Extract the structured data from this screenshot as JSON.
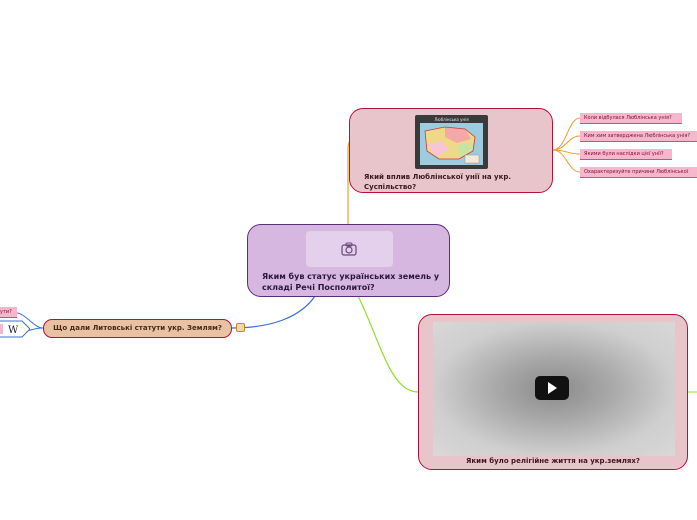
{
  "central": {
    "title": "Яким був статус українських земель у складі Речі Посполитої?",
    "image_icon": "camera-icon"
  },
  "branches": {
    "lublin": {
      "title": "Який вплив Люблінської унії на укр. Суспільство?",
      "map_title": "Люблінська унія",
      "questions": [
        "Коли відбулася Люблінська унія?",
        "Ким хим затверджена Люблінська унія?",
        "Якими були наслідки цієї унії?",
        "Охарактеризуйте причини Люблінської"
      ]
    },
    "lytovski": {
      "title": "Що дали Литовські статути укр. Землям?",
      "sub_fragment": "ути?",
      "note_icon": "note-icon",
      "wiki_letter": "W"
    },
    "religion": {
      "title": "Яким було релігійне життя на укр.землях?",
      "video_icon": "play-icon"
    }
  },
  "colors": {
    "central_fill": "#d6b7e0",
    "central_border": "#5c2d7a",
    "branch_border": "#b5123a",
    "subtopic_fill": "#f6b6cc",
    "link_orange": "#f29a2e",
    "link_blue": "#3a6fd8",
    "link_green": "#8be02b"
  }
}
